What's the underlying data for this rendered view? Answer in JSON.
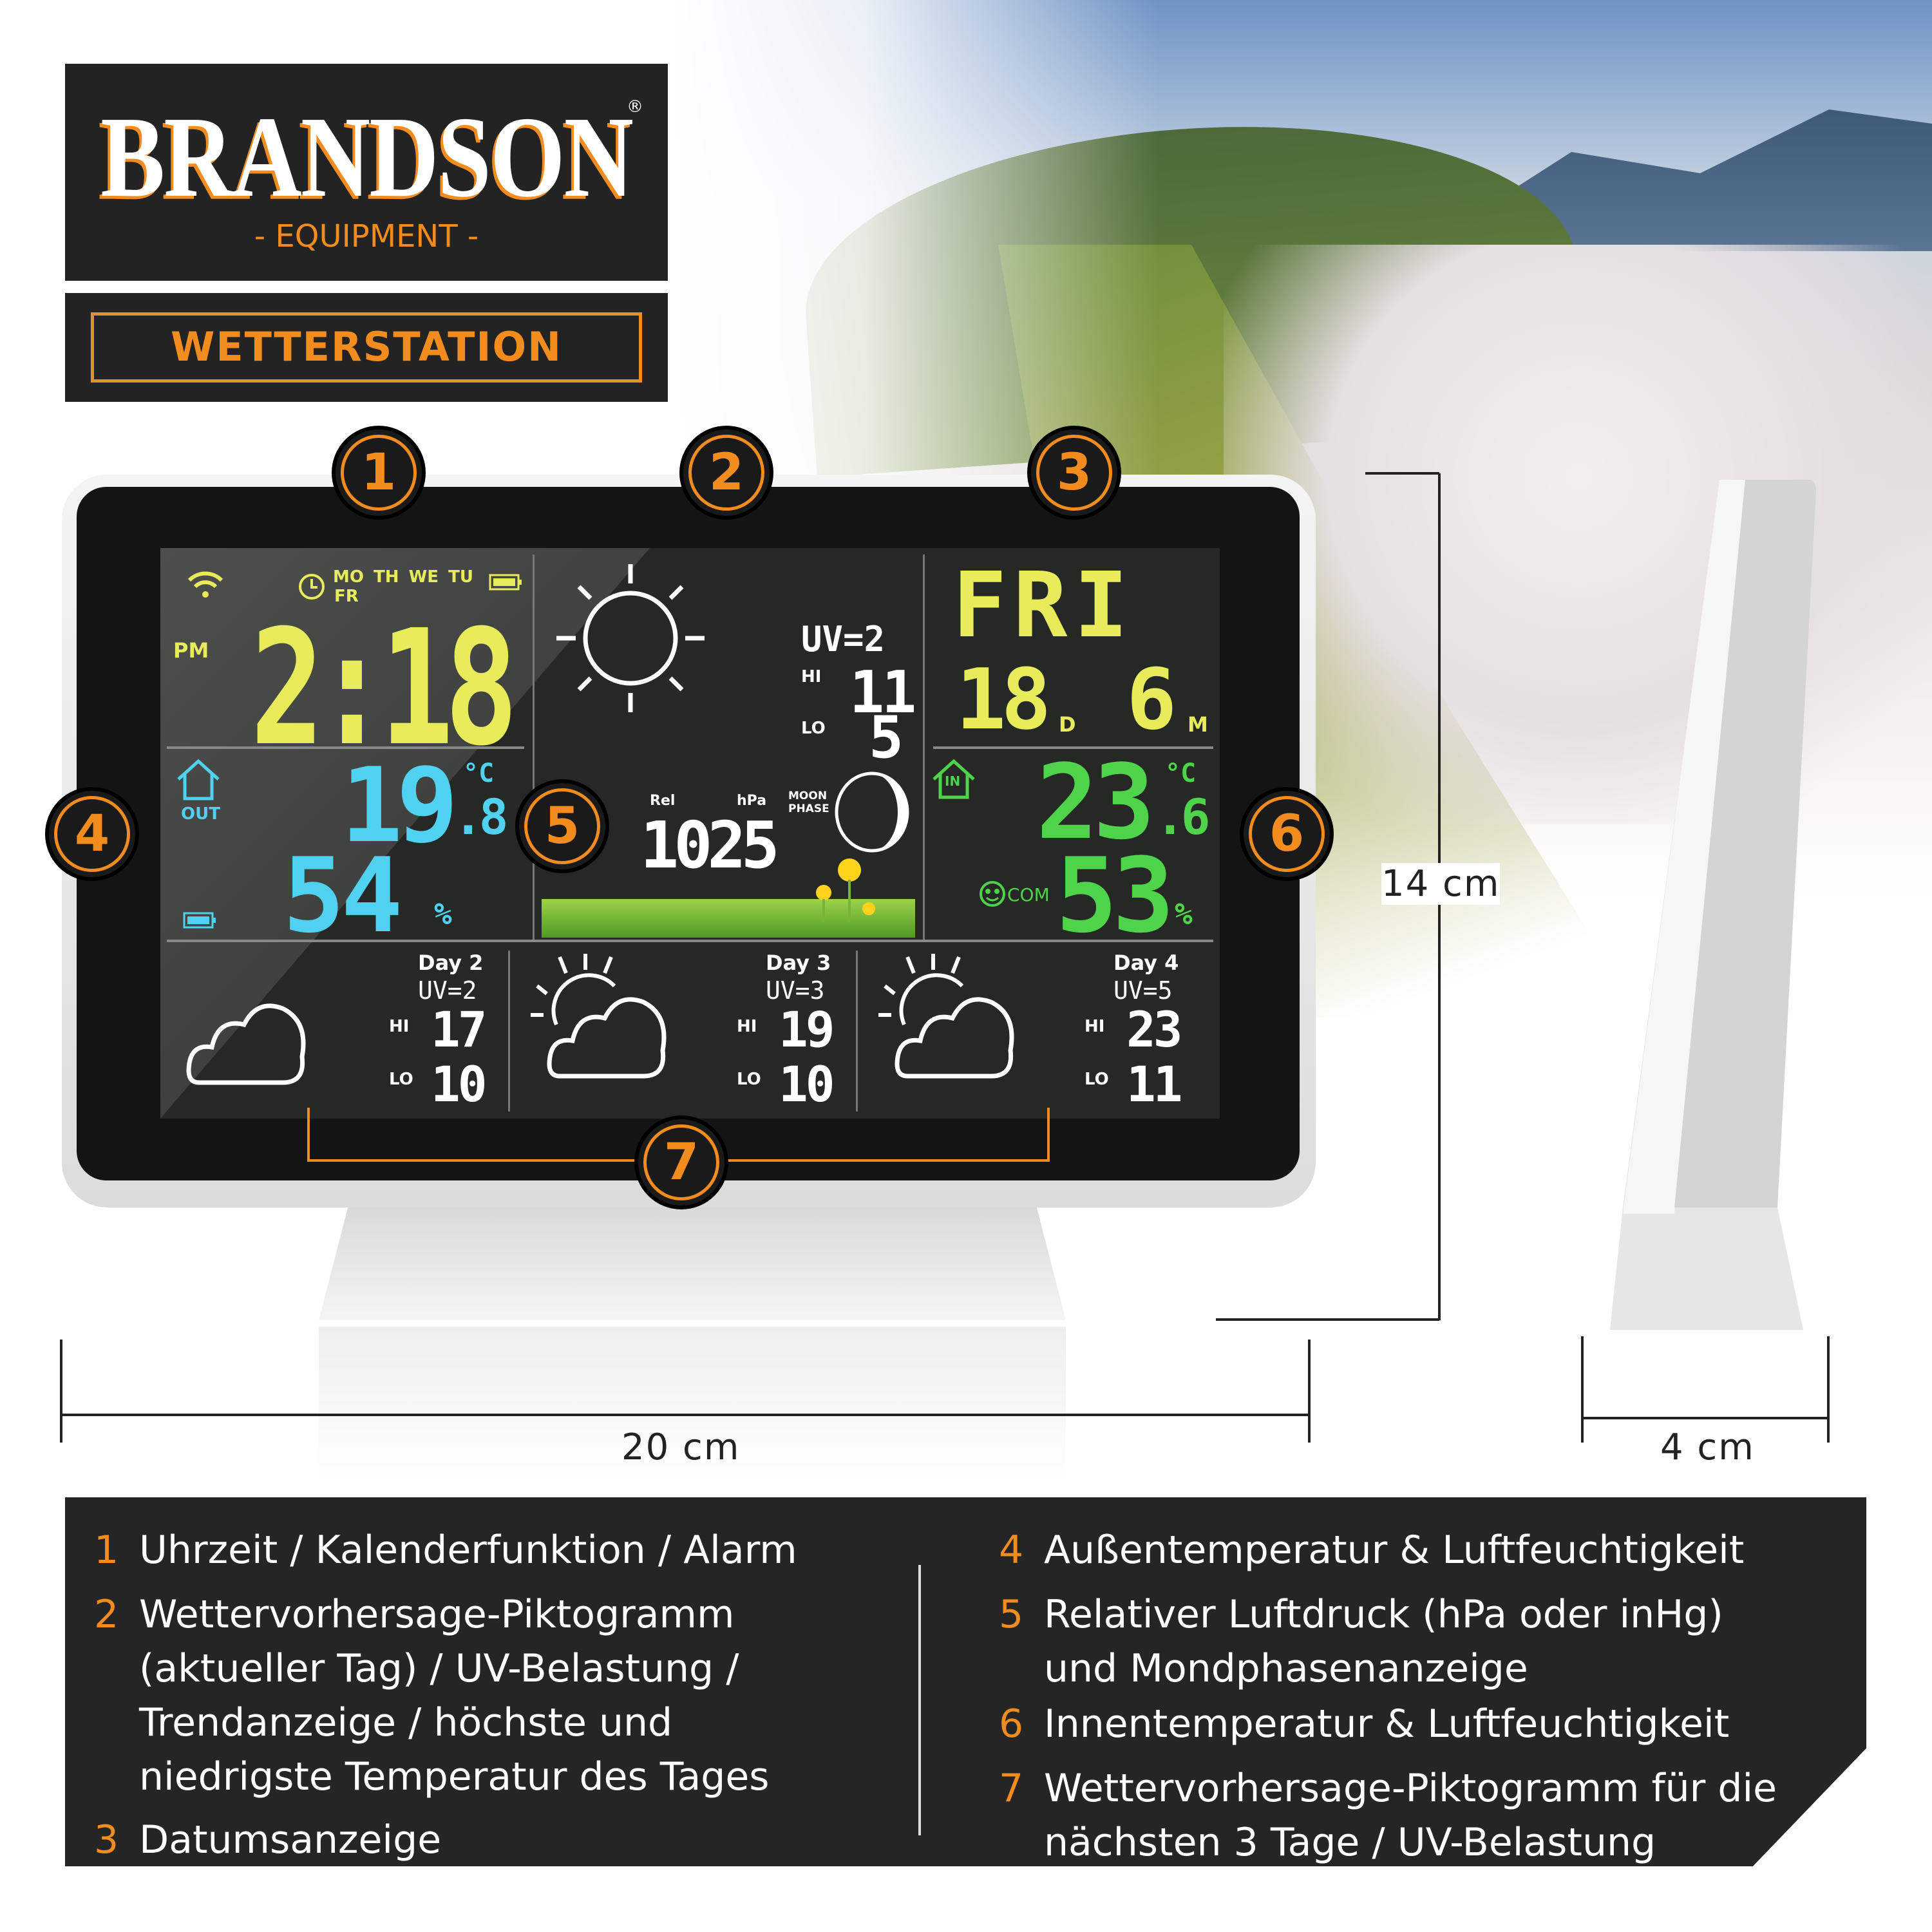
{
  "brand": {
    "name": "BRANDSON",
    "reg": "®",
    "sub": "- EQUIPMENT -"
  },
  "product_label": "WETTERSTATION",
  "colors": {
    "accent": "#f28c1e",
    "time": "#e8ec5a",
    "outdoor": "#4fd1ef",
    "indoor": "#4ed34a",
    "panel": "#252525"
  },
  "display": {
    "icons": [
      "wifi-icon",
      "alarm-icon",
      "battery-icon",
      "house-out-icon",
      "house-in-icon",
      "smiley-icon",
      "sun-icon",
      "moon-phase-icon",
      "cloud-icon",
      "partly-cloudy-icon"
    ],
    "weekdays": [
      "MO",
      "TH",
      "WE",
      "TU",
      "FR"
    ],
    "ampm": "PM",
    "time": "2:18",
    "out_label": "OUT",
    "out_temp": "19",
    "out_temp_dec": ".8",
    "out_unit": "°C",
    "out_hum": "54",
    "pct": "%",
    "uv": "UV=2",
    "hi_label": "HI",
    "lo_label": "LO",
    "hi": "11",
    "lo": "5",
    "deg": "°C",
    "rel": "Rel",
    "hpa": "hPa",
    "pressure": "1025",
    "moon": "MOON PHASE",
    "day": "FRI",
    "date_d": "18",
    "d": "D",
    "date_m": "6",
    "m": "M",
    "in_label": "IN",
    "in_temp": "23",
    "in_temp_dec": ".6",
    "in_hum": "53",
    "com": "COM",
    "forecast": [
      {
        "day": "Day 2",
        "uv": "UV=2",
        "hi": "17",
        "lo": "10",
        "icon": "cloud-icon"
      },
      {
        "day": "Day 3",
        "uv": "UV=3",
        "hi": "19",
        "lo": "10",
        "icon": "partly-cloudy-icon"
      },
      {
        "day": "Day 4",
        "uv": "UV=5",
        "hi": "23",
        "lo": "11",
        "icon": "partly-cloudy-icon"
      }
    ]
  },
  "badges": [
    "1",
    "2",
    "3",
    "4",
    "5",
    "6",
    "7"
  ],
  "dimensions": {
    "width": "20 cm",
    "height": "14 cm",
    "depth": "4 cm"
  },
  "legend": [
    {
      "n": "1",
      "lines": [
        "Uhrzeit / Kalenderfunktion / Alarm"
      ]
    },
    {
      "n": "2",
      "lines": [
        "Wettervorhersage-Piktogramm",
        "(aktueller Tag) / UV-Belastung /",
        "Trendanzeige / höchste und",
        "niedrigste Temperatur des Tages"
      ]
    },
    {
      "n": "3",
      "lines": [
        "Datumsanzeige"
      ]
    },
    {
      "n": "4",
      "lines": [
        "Außentemperatur & Luftfeuchtigkeit"
      ]
    },
    {
      "n": "5",
      "lines": [
        "Relativer Luftdruck (hPa oder inHg)",
        "und Mondphasenanzeige"
      ]
    },
    {
      "n": "6",
      "lines": [
        "Innentemperatur & Luftfeuchtigkeit"
      ]
    },
    {
      "n": "7",
      "lines": [
        "Wettervorhersage-Piktogramm für die",
        "nächsten 3 Tage / UV-Belastung"
      ]
    }
  ]
}
